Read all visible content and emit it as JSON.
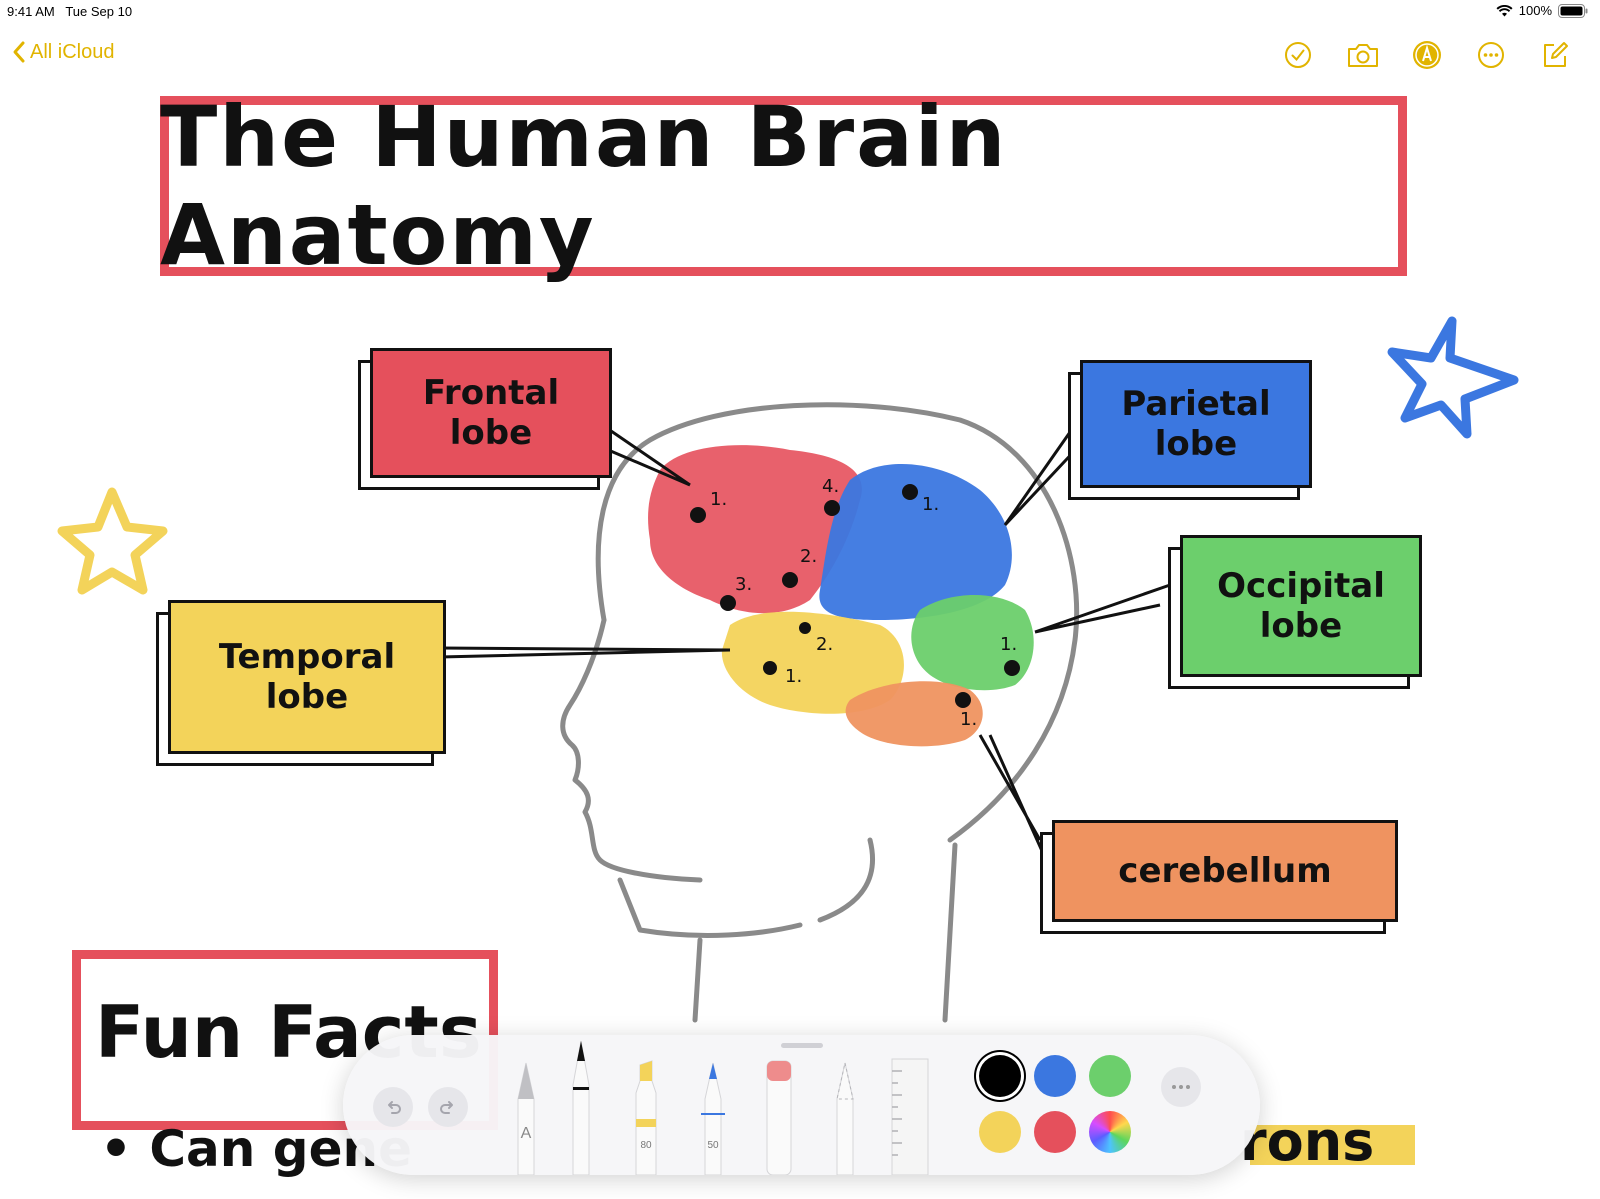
{
  "status_bar": {
    "time": "9:41 AM",
    "date": "Tue Sep 10",
    "battery": "100%"
  },
  "nav": {
    "back_label": "All iCloud",
    "accent_color": "#e1b400",
    "icons": [
      "checklist-icon",
      "camera-icon",
      "markup-icon",
      "more-icon",
      "compose-icon"
    ]
  },
  "note": {
    "title": "The Human Brain Anatomy",
    "labels": {
      "frontal": "Frontal lobe",
      "parietal": "Parietal lobe",
      "temporal": "Temporal lobe",
      "occipital": "Occipital lobe",
      "cerebellum": "cerebellum"
    },
    "region_colors": {
      "frontal": "#e5505c",
      "parietal": "#3b77e0",
      "temporal": "#f3d35a",
      "occipital": "#6ccf6c",
      "cerebellum": "#ef9360"
    },
    "markers": {
      "frontal": [
        "1.",
        "2.",
        "3.",
        "4."
      ],
      "parietal": [
        "1."
      ],
      "temporal": [
        "1.",
        "2."
      ],
      "occipital": [
        "1."
      ],
      "cerebellum": [
        "1."
      ]
    },
    "fun_facts_heading": "Fun Facts",
    "bullet_partial": "• Can gene",
    "neurons_partial": "rons"
  },
  "toolbar": {
    "undo_icon": "undo-icon",
    "redo_icon": "redo-icon",
    "tools": [
      {
        "name": "pen-monoline",
        "letter": "A"
      },
      {
        "name": "pen",
        "letter": ""
      },
      {
        "name": "highlighter",
        "size": "80"
      },
      {
        "name": "pencil-blue",
        "size": "50"
      },
      {
        "name": "eraser"
      },
      {
        "name": "lasso"
      },
      {
        "name": "ruler"
      }
    ],
    "colors": [
      "#000000",
      "#3b77e0",
      "#6ccf6c",
      "#f3d35a",
      "#e5505c",
      "color-wheel"
    ],
    "more_icon": "more-icon"
  }
}
